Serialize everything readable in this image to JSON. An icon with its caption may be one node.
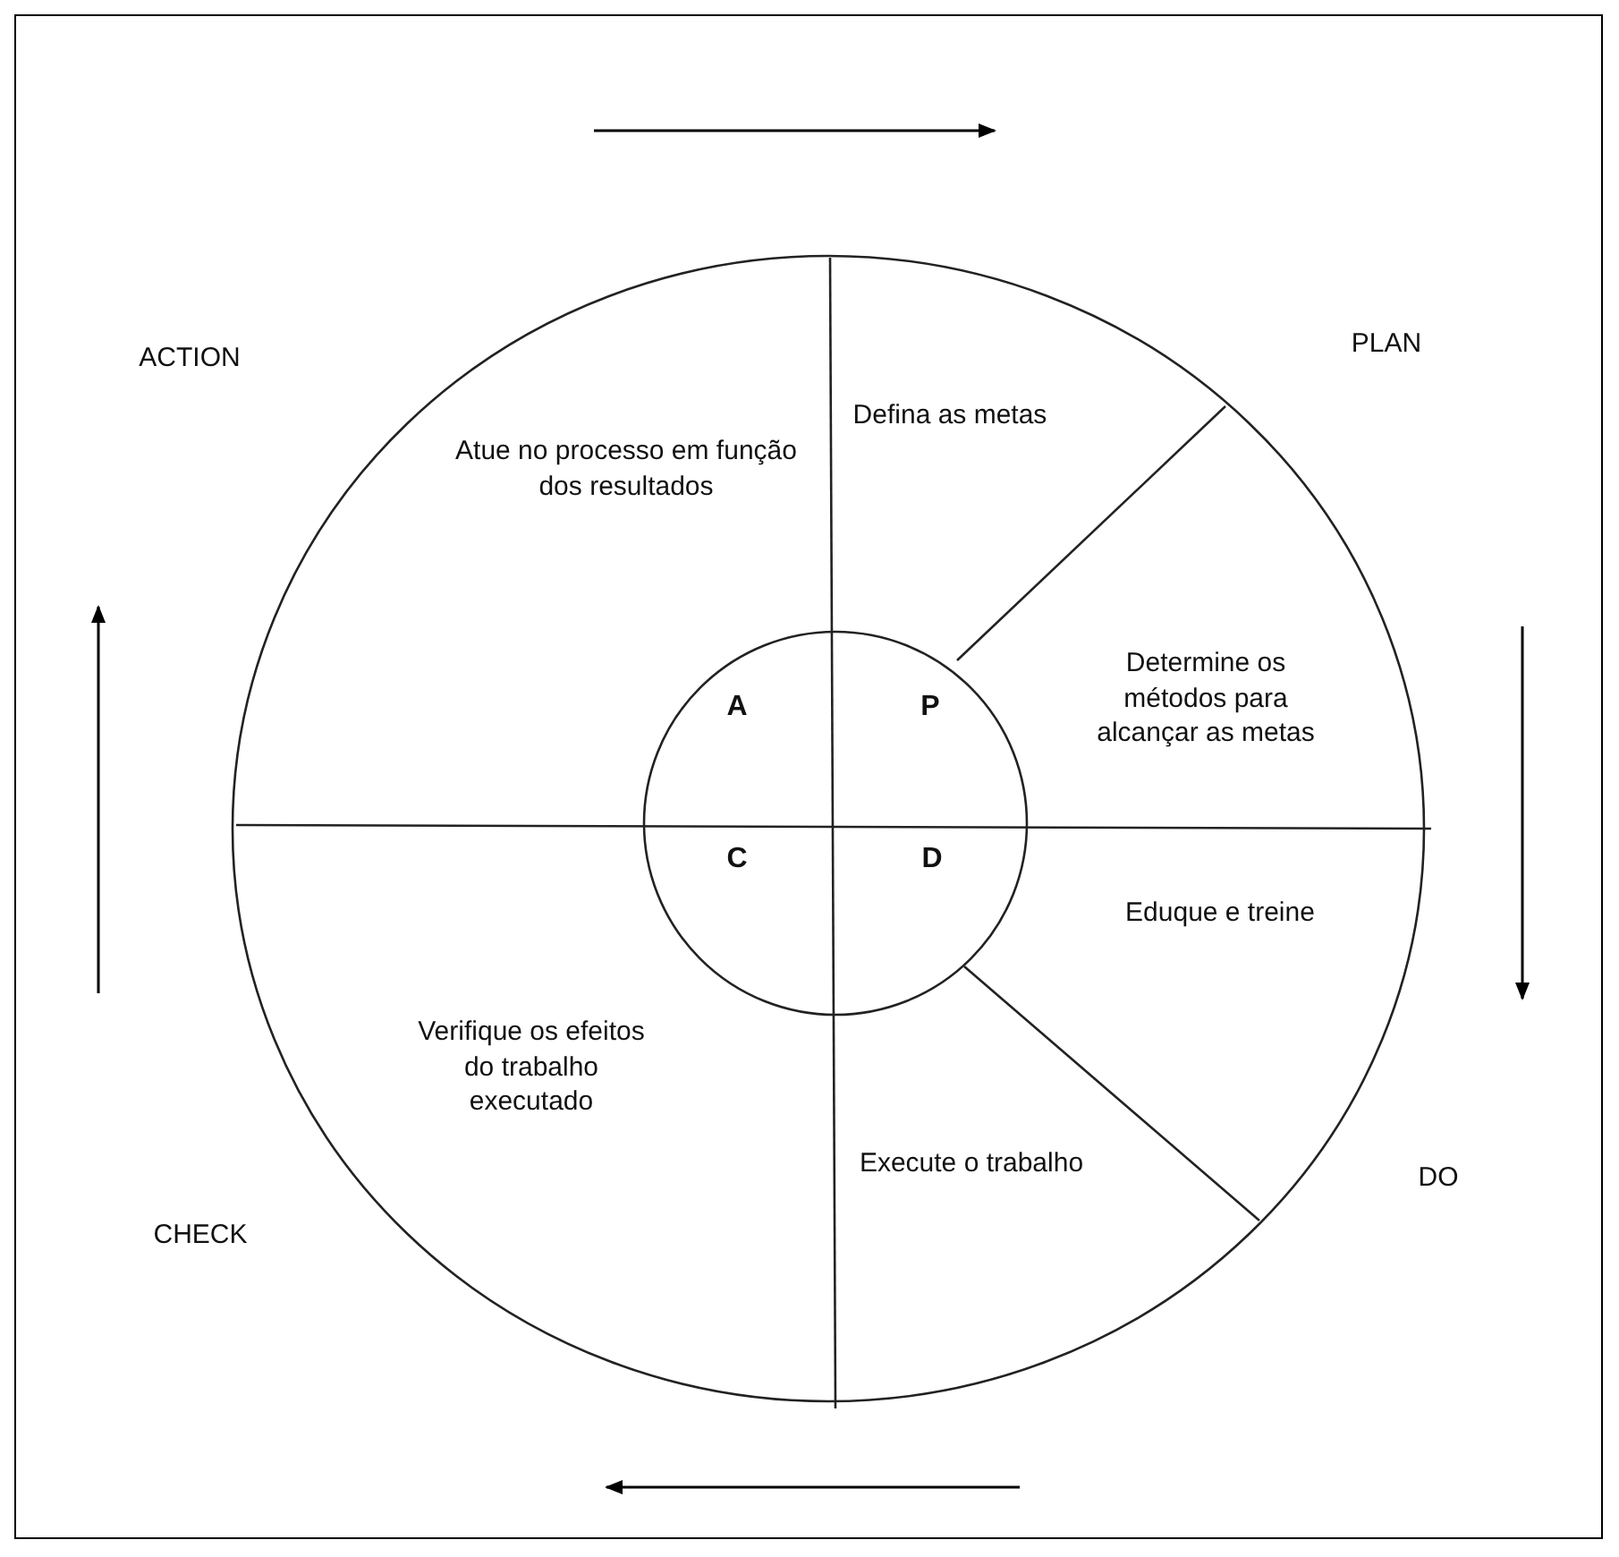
{
  "diagram": {
    "nodes": [
      {
        "text": [
          "Defina as metas"
        ]
      },
      {
        "text": [
          "Atue no processo em função dos resultados"
        ]
      },
      {
        "text": [
          "Determine os métodos para alcançar as metas"
        ]
      },
      {
        "text": [
          "A"
        ]
      },
      {
        "text": [
          "P"
        ]
      },
      {
        "text": [
          "C"
        ]
      },
      {
        "text": [
          "D"
        ]
      },
      {
        "text": [
          "Eduque e treine"
        ]
      },
      {
        "text": [
          "Verifique os efeitos do trabalho executado"
        ]
      },
      {
        "text": [
          "Execute o trabalho"
        ]
      }
    ],
    "labels": [
      "ACTION",
      "PLAN",
      "DO",
      "CHECK"
    ]
  }
}
